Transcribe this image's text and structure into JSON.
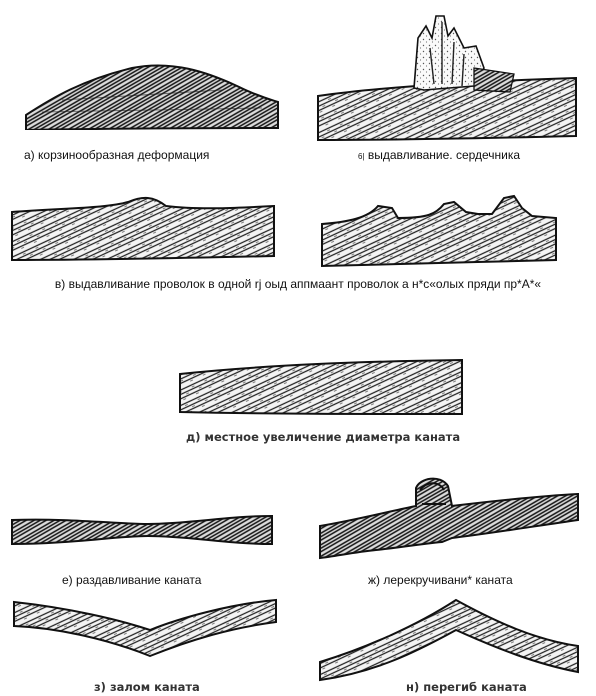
{
  "captions": {
    "a": "а) корзинообразная деформация",
    "b_prefix": "6|",
    "b": "выдавливание. сердечника",
    "v": "в) выдавливание проволок в одной rj оыд аппмаант проволок а н*с«олых пряди пр*А*«",
    "d": "д) местное увеличение диаметра каната",
    "e": "е) раздавливание каната",
    "zh": "ж) лерекручивани* каната",
    "z": "з) залом каната",
    "i": "н) перегиб каната"
  }
}
